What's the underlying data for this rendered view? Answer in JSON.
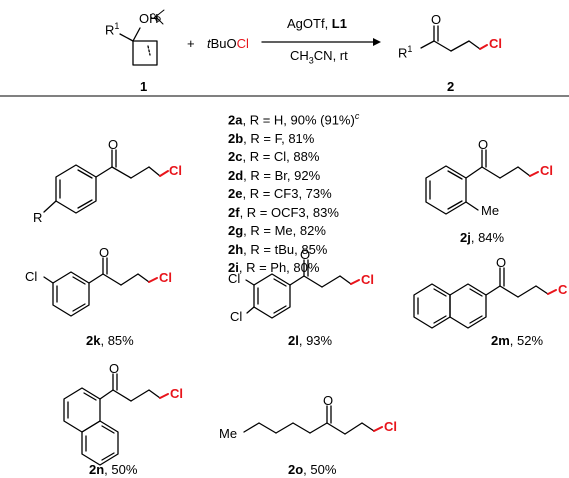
{
  "scheme": {
    "reagent_1_oh": "OH",
    "reagent_1_r": "R",
    "reagent_1_sup": "1",
    "reagent_1_label": "1",
    "plus": "+",
    "reagent_2_prefix": "tBuO",
    "reagent_2_cl": "Cl",
    "conditions_top_a": "AgOTf, ",
    "conditions_top_b": "L1",
    "conditions_bottom": "CH3CN, rt",
    "product_o": "O",
    "product_r": "R",
    "product_sup": "1",
    "product_cl": "Cl",
    "product_label": "2"
  },
  "entries": [
    {
      "id": "2a",
      "text": ", R = H, 90% (91%)",
      "sup": "c"
    },
    {
      "id": "2b",
      "text": ", R = F, 81%"
    },
    {
      "id": "2c",
      "text": ", R = Cl, 88%"
    },
    {
      "id": "2d",
      "text": ", R = Br, 92%"
    },
    {
      "id": "2e",
      "text": ", R = CF3, 73%"
    },
    {
      "id": "2f",
      "text": ", R = OCF3, 83%"
    },
    {
      "id": "2g",
      "text": ", R = Me, 82%"
    },
    {
      "id": "2h",
      "text": ", R = tBu, 85%"
    },
    {
      "id": "2i",
      "text": ", R = Ph, 80%"
    }
  ],
  "structures": {
    "aryl": {
      "o": "O",
      "cl": "Cl",
      "r": "R"
    },
    "j": {
      "o": "O",
      "cl": "Cl",
      "me": "Me",
      "id": "2j",
      "yield": ", 84%"
    },
    "k": {
      "o": "O",
      "cl": "Cl",
      "cl_ring": "Cl",
      "id": "2k",
      "yield": ", 85%"
    },
    "l": {
      "o": "O",
      "cl": "Cl",
      "cl_ring_a": "Cl",
      "cl_ring_b": "Cl",
      "id": "2l",
      "yield": ", 93%"
    },
    "m": {
      "o": "O",
      "cl": "C",
      "id": "2m",
      "yield": ", 52%"
    },
    "n": {
      "o": "O",
      "cl": "Cl",
      "id": "2n",
      "yield": ", 50%"
    },
    "o2": {
      "o": "O",
      "cl": "Cl",
      "me": "Me",
      "id": "2o",
      "yield": ", 50%"
    }
  }
}
